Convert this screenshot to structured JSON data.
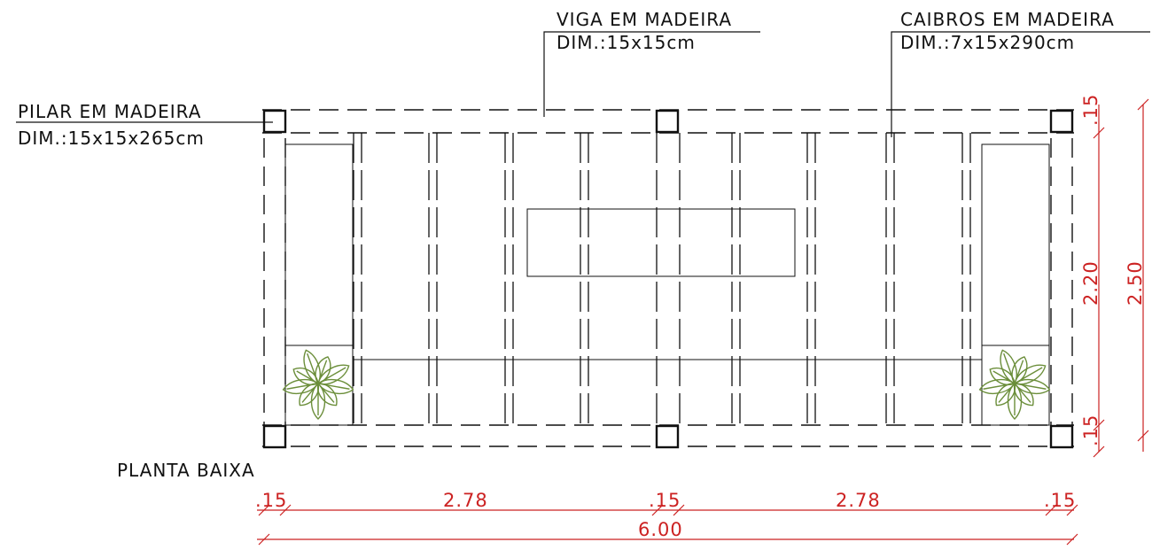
{
  "annotations": {
    "pilar": {
      "title": "PILAR EM MADEIRA",
      "dim": "DIM.:15x15x265cm"
    },
    "viga": {
      "title": "VIGA EM MADEIRA",
      "dim": "DIM.:15x15cm"
    },
    "caibros": {
      "title": "CAIBROS EM MADEIRA",
      "dim": "DIM.:7x15x290cm"
    }
  },
  "view_title": "PLANTA BAIXA",
  "dimensions": {
    "horizontal": {
      "segments": [
        ".15",
        "2.78",
        ".15",
        "2.78",
        ".15"
      ],
      "total": "6.00"
    },
    "vertical": {
      "top": ".15",
      "middle": "2.20",
      "bottom": ".15",
      "total": "2.50"
    }
  },
  "colors": {
    "lines": "#111111",
    "dimensions": "#cc2222",
    "plant": "#6b8e3a"
  },
  "icons": [
    "plant-icon",
    "post-square-icon"
  ]
}
